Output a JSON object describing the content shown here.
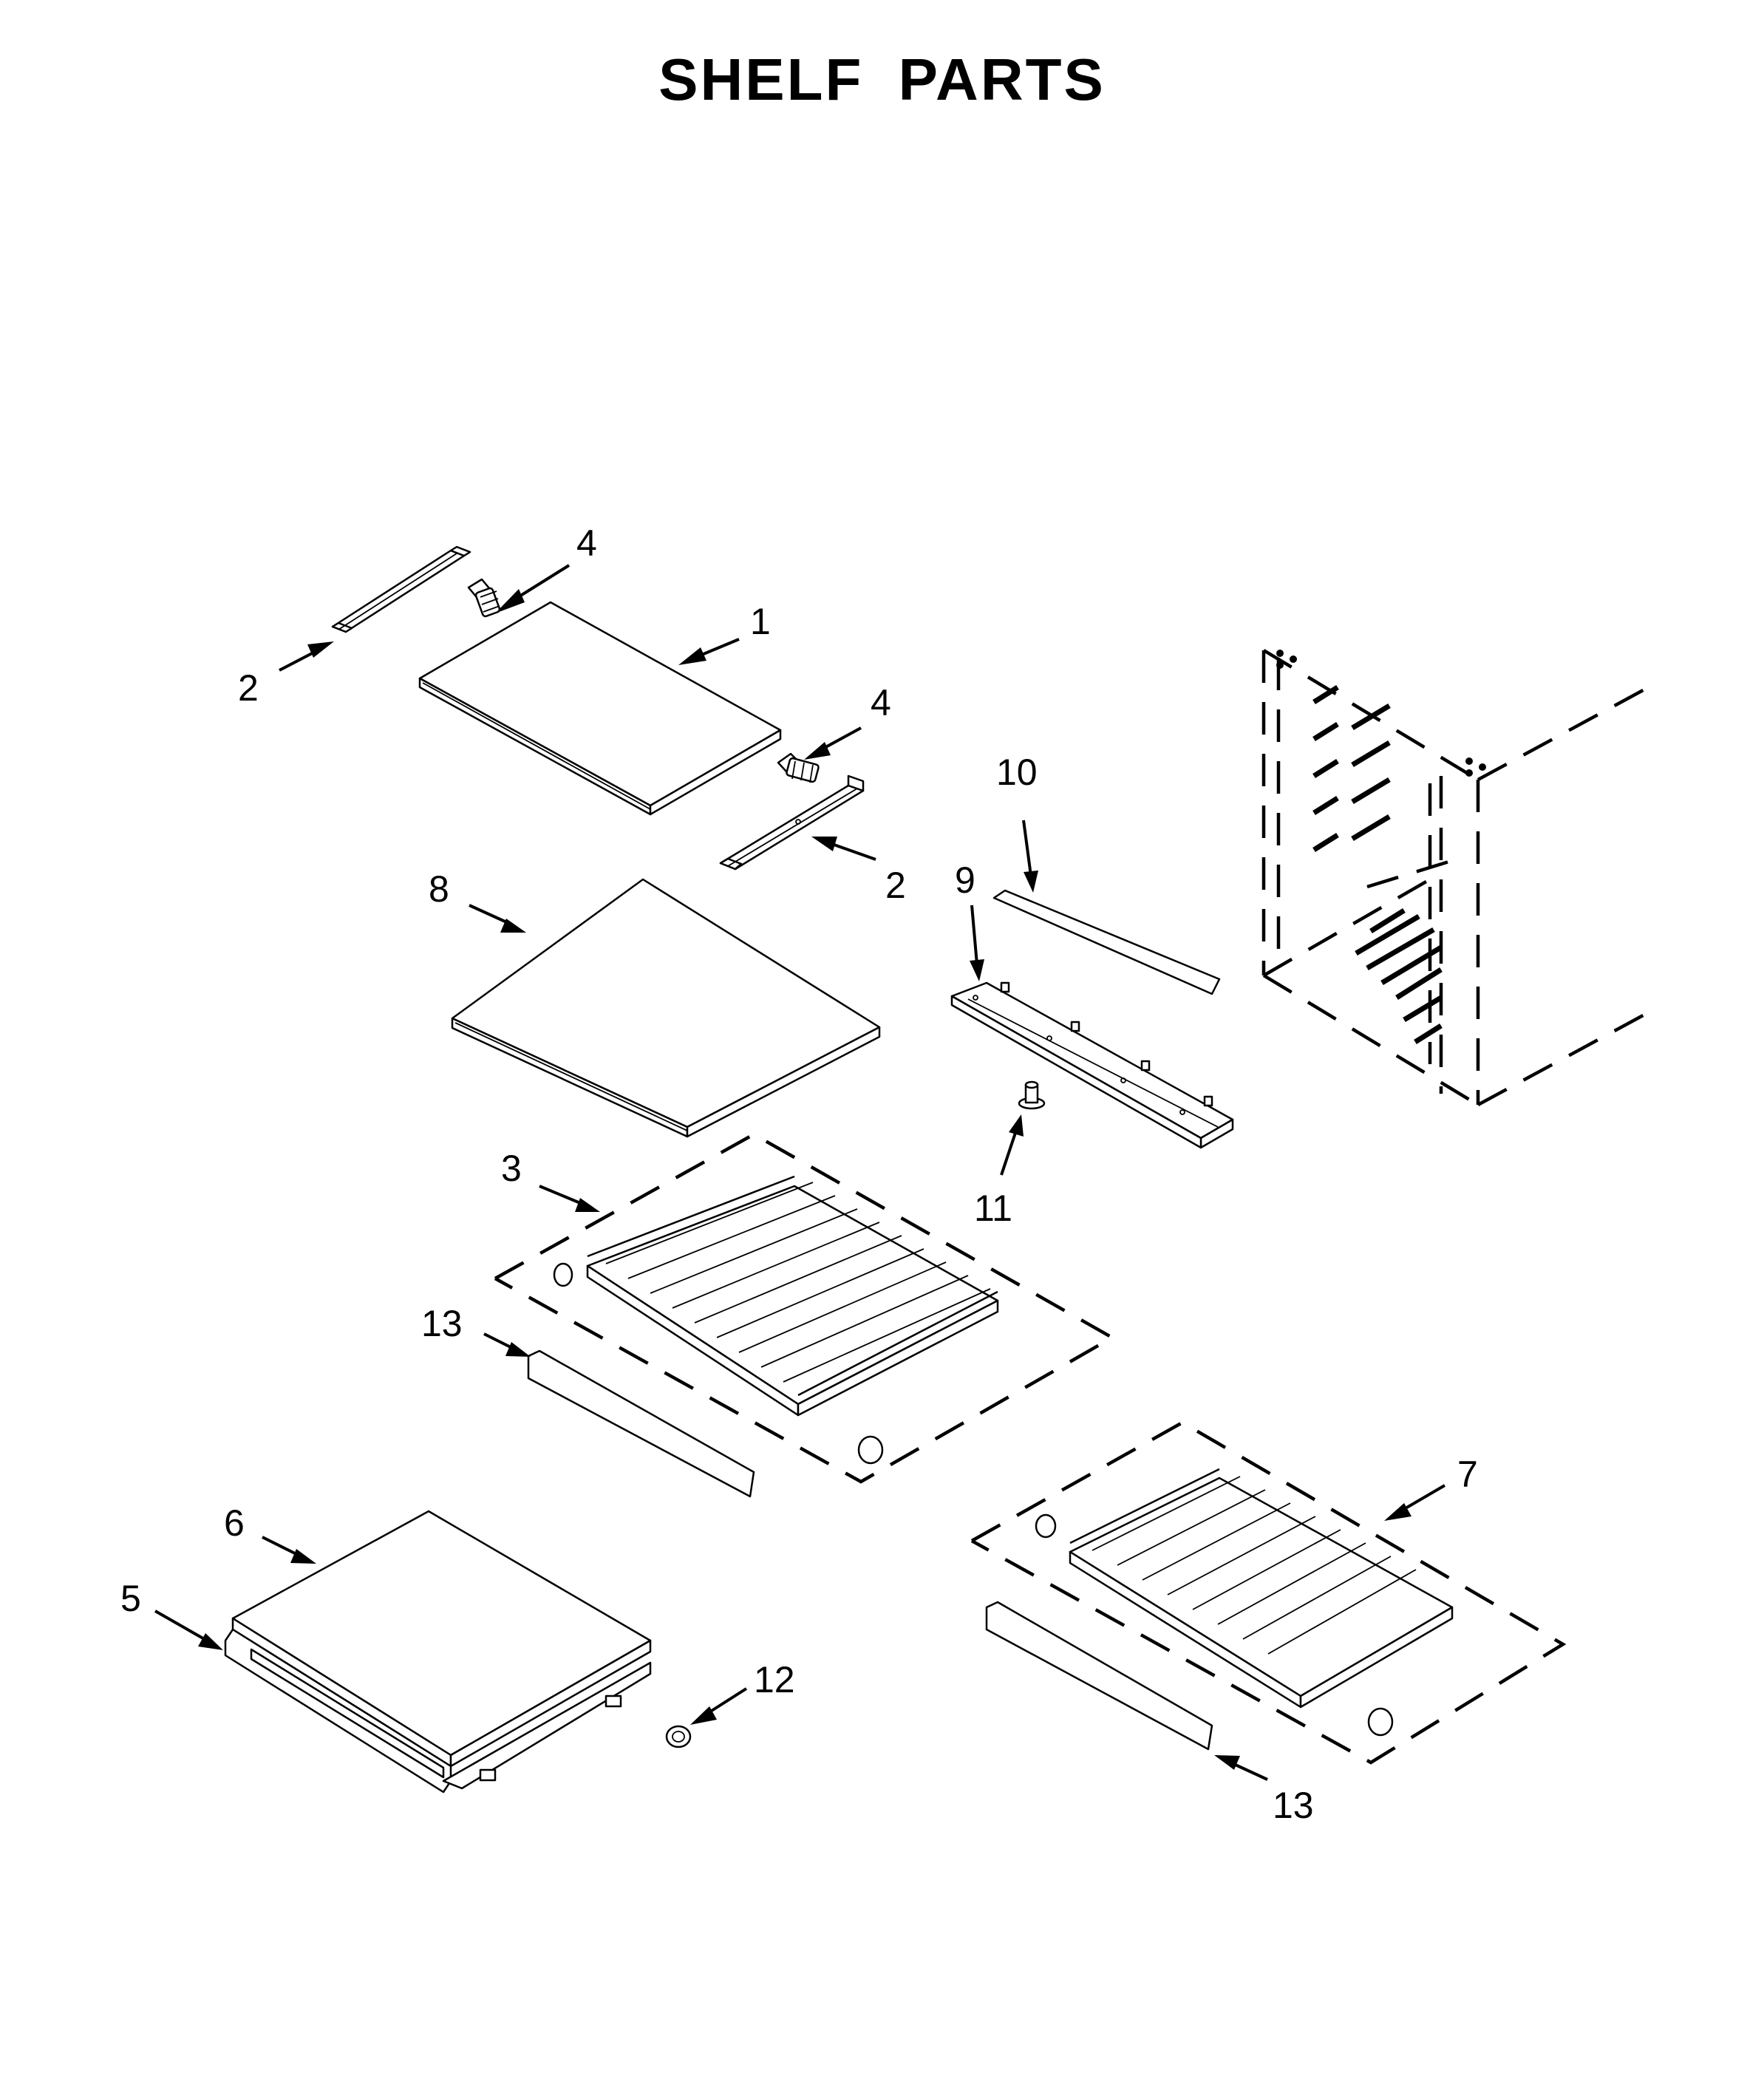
{
  "title": "SHELF PARTS",
  "callouts": [
    {
      "id": "c1",
      "text": "1"
    },
    {
      "id": "c2a",
      "text": "2"
    },
    {
      "id": "c2b",
      "text": "2"
    },
    {
      "id": "c3",
      "text": "3"
    },
    {
      "id": "c4a",
      "text": "4"
    },
    {
      "id": "c4b",
      "text": "4"
    },
    {
      "id": "c5",
      "text": "5"
    },
    {
      "id": "c6",
      "text": "6"
    },
    {
      "id": "c7",
      "text": "7"
    },
    {
      "id": "c8",
      "text": "8"
    },
    {
      "id": "c9",
      "text": "9"
    },
    {
      "id": "c10",
      "text": "10"
    },
    {
      "id": "c11",
      "text": "11"
    },
    {
      "id": "c12",
      "text": "12"
    },
    {
      "id": "c13a",
      "text": "13"
    },
    {
      "id": "c13b",
      "text": "13"
    }
  ]
}
